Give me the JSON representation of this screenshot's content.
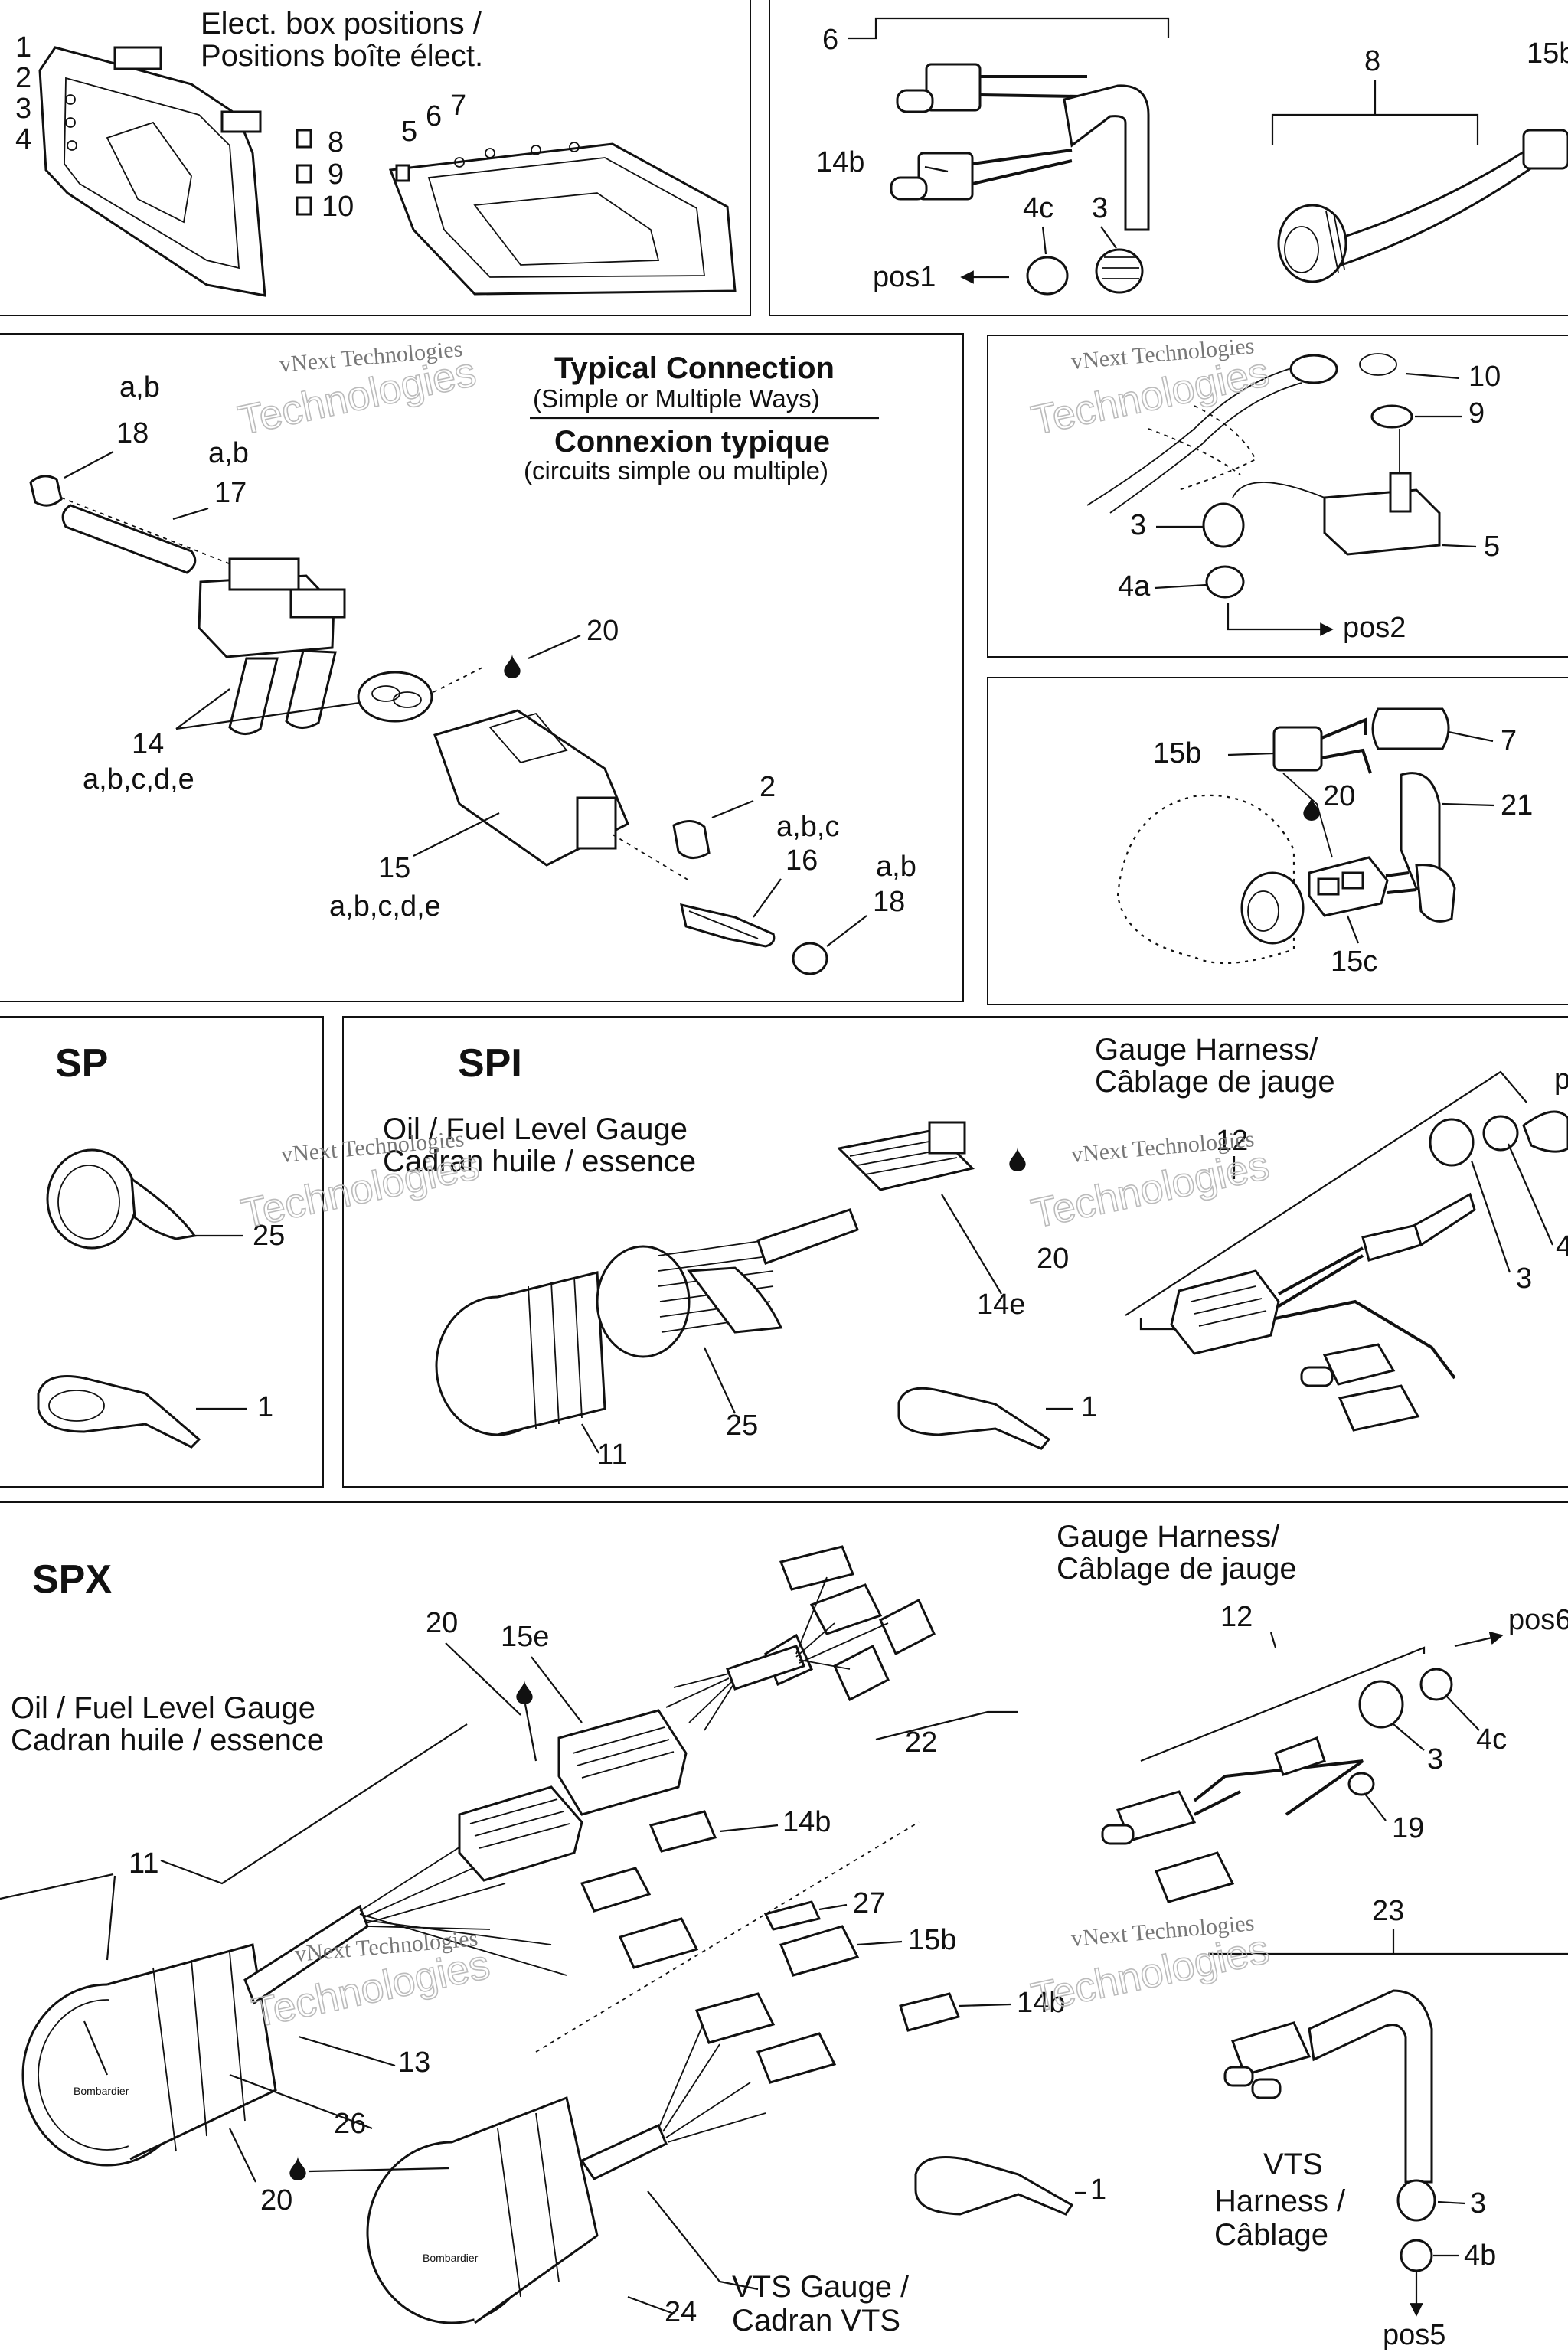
{
  "panels": {
    "elect_box": {
      "title_line1": "Elect. box positions /",
      "title_line2": "Positions boîte élect.",
      "labels": [
        "1",
        "2",
        "3",
        "4",
        "8",
        "9",
        "10",
        "5",
        "6",
        "7"
      ]
    },
    "top_mid": {
      "labels": [
        "6",
        "14b",
        "4c",
        "3",
        "pos1"
      ]
    },
    "top_right": {
      "labels": [
        "8",
        "15b"
      ]
    },
    "typical": {
      "heading_en": "Typical Connection",
      "sub_en": "(Simple or Multiple Ways)",
      "heading_fr": "Connexion typique",
      "sub_fr": "(circuits simple ou multiple)",
      "labels": {
        "ab_top": "a,b",
        "n18_top": "18",
        "ab_mid": "a,b",
        "n17": "17",
        "n20": "20",
        "n14": "14",
        "abcde_14": "a,b,c,d,e",
        "n2": "2",
        "abc": "a,b,c",
        "n16": "16",
        "n15": "15",
        "abcde_15": "a,b,c,d,e",
        "ab_bot": "a,b",
        "n18_bot": "18"
      }
    },
    "switch": {
      "labels": [
        "10",
        "9",
        "3",
        "5",
        "4a",
        "pos2"
      ]
    },
    "conn_right": {
      "labels": [
        "7",
        "15b",
        "20",
        "21",
        "15c"
      ]
    },
    "sp": {
      "title": "SP",
      "labels": [
        "25",
        "1"
      ]
    },
    "spi": {
      "title": "SPI",
      "gauge_en": "Oil / Fuel Level Gauge",
      "gauge_fr": "Cadran huile / essence",
      "harness_en": "Gauge Harness/",
      "harness_fr": "Câblage de jauge",
      "labels": [
        "20",
        "14e",
        "12",
        "p",
        "3",
        "4",
        "1",
        "11",
        "25"
      ]
    },
    "spx": {
      "title": "SPX",
      "harness_en": "Gauge Harness/",
      "harness_fr": "Câblage de jauge",
      "gauge_en": "Oil / Fuel Level Gauge",
      "gauge_fr": "Cadran huile / essence",
      "vts_line1": "VTS",
      "vts_line2": "Harness /",
      "vts_line3": "Câblage",
      "vts_gauge_en": "VTS Gauge /",
      "vts_gauge_fr": "Cadran VTS",
      "labels": {
        "n20a": "20",
        "n15e": "15e",
        "n22": "22",
        "n12": "12",
        "pos6": "pos6",
        "n3a": "3",
        "n4c": "4c",
        "n11": "11",
        "n14b_a": "14b",
        "n19": "19",
        "n27": "27",
        "n15b": "15b",
        "n23": "23",
        "n14b_b": "14b",
        "n13": "13",
        "n26": "26",
        "n20b": "20",
        "n1": "1",
        "n3b": "3",
        "n4b": "4b",
        "n24": "24",
        "pos5": "pos5"
      }
    }
  },
  "watermark": {
    "line1": "vNext Technologies",
    "line2": "Technologies"
  },
  "brand_on_gauge": "Bombardier"
}
